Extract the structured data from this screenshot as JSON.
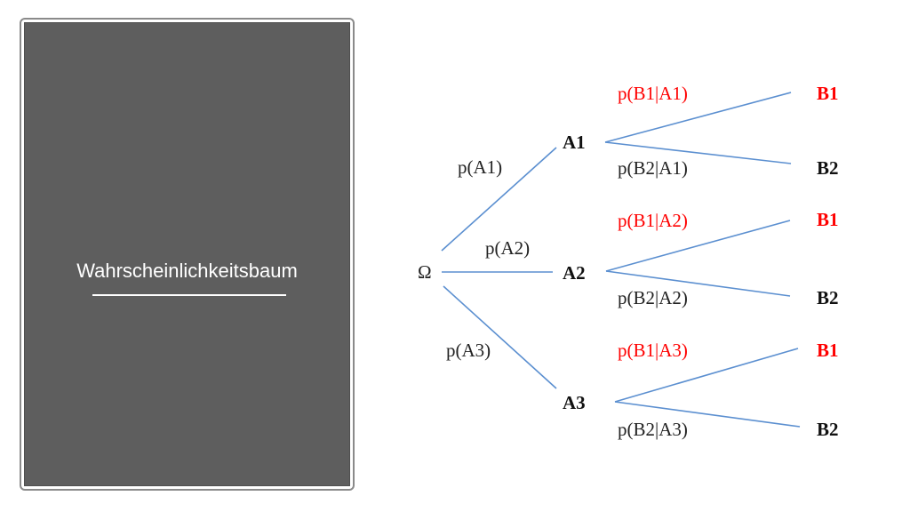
{
  "slide": {
    "title": "Wahrscheinlichkeitsbaum"
  },
  "tree": {
    "root": "Ω",
    "first_level": [
      {
        "node": "A1",
        "edge_label": "p(A1)"
      },
      {
        "node": "A2",
        "edge_label": "p(A2)"
      },
      {
        "node": "A3",
        "edge_label": "p(A3)"
      }
    ],
    "second_level": [
      {
        "from": "A1",
        "node": "B1",
        "edge_label": "p(B1|A1)",
        "highlight": true
      },
      {
        "from": "A1",
        "node": "B2",
        "edge_label": "p(B2|A1)",
        "highlight": false
      },
      {
        "from": "A2",
        "node": "B1",
        "edge_label": "p(B1|A2)",
        "highlight": true
      },
      {
        "from": "A2",
        "node": "B2",
        "edge_label": "p(B2|A2)",
        "highlight": false
      },
      {
        "from": "A3",
        "node": "B1",
        "edge_label": "p(B1|A3)",
        "highlight": true
      },
      {
        "from": "A3",
        "node": "B2",
        "edge_label": "p(B2|A3)",
        "highlight": false
      }
    ]
  },
  "colors": {
    "panel_background": "#5e5e5e",
    "edge": "#5b8fd0",
    "highlight": "#ff0000",
    "text": "#222222"
  }
}
